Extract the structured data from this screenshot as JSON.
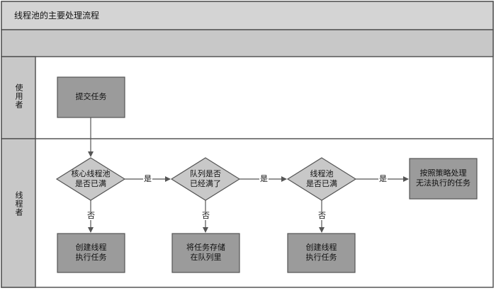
{
  "title": "线程池的主要处理流程",
  "lanes": [
    "使用者",
    "线程者"
  ],
  "nodes": {
    "submit": "提交任务",
    "core_full": "核心线程池\n是否已满",
    "queue_full": "队列是否\n已经满了",
    "pool_full": "线程池\n是否已满",
    "reject": "按照策略处理\n无法执行的任务",
    "create1": "创建线程\n执行任务",
    "store_queue": "将任务存储\n在队列里",
    "create2": "创建线程\n执行任务"
  },
  "edge_labels": {
    "yes": "是",
    "no": "否"
  },
  "colors": {
    "box_fill": "#9b9b9b",
    "border": "#555555",
    "header_fill": "#d4d4d4",
    "band_fill": "#c8c8c8"
  }
}
